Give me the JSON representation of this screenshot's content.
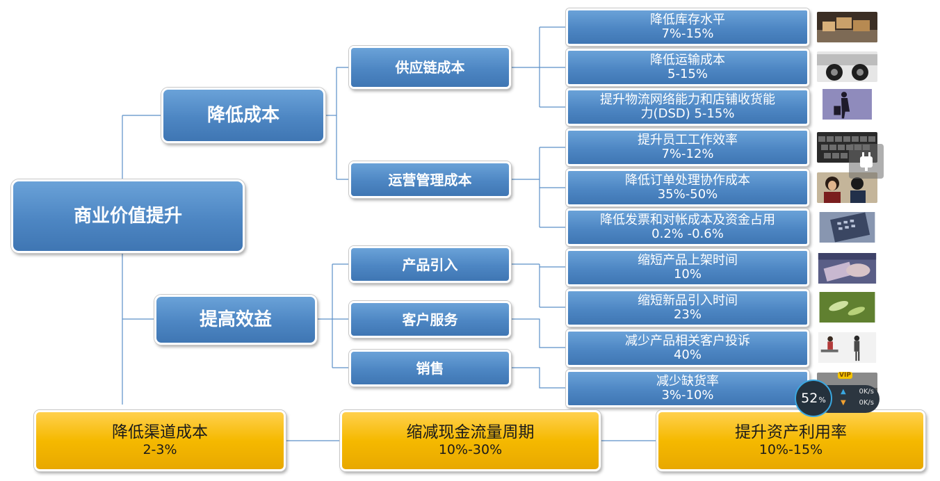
{
  "diagram": {
    "root": {
      "label": "商业价值提升"
    },
    "reduce_cost": {
      "label": "降低成本"
    },
    "improve_benefit": {
      "label": "提高效益"
    },
    "supply_chain_cost": {
      "label": "供应链成本"
    },
    "ops_mgmt_cost": {
      "label": "运营管理成本"
    },
    "product_intro": {
      "label": "产品引入"
    },
    "customer_service": {
      "label": "客户服务"
    },
    "sales": {
      "label": "销售"
    },
    "leaves": [
      {
        "label": "降低库存水平",
        "value": "7%-15%"
      },
      {
        "label": "降低运输成本",
        "value": "5-15%"
      },
      {
        "label": "提升物流网络能力和店铺收货能",
        "value": "力(DSD) 5-15%"
      },
      {
        "label": "提升员工工作效率",
        "value": "7%-12%"
      },
      {
        "label": "降低订单处理协作成本",
        "value": "35%-50%"
      },
      {
        "label": "降低发票和对帐成本及资金占用",
        "value": "0.2% -0.6%"
      },
      {
        "label": "缩短产品上架时间",
        "value": "10%"
      },
      {
        "label": "缩短新品引入时间",
        "value": "23%"
      },
      {
        "label": "减少产品相关客户投诉",
        "value": "40%"
      },
      {
        "label": "减少缺货率",
        "value": "3%-10%"
      }
    ],
    "bottom": [
      {
        "label": "降低渠道成本",
        "value": "2-3%"
      },
      {
        "label": "缩减现金流量周期",
        "value": "10%-30%"
      },
      {
        "label": "提升资产利用率",
        "value": "10%-15%"
      }
    ],
    "thumbnails": [
      "boxes-photo",
      "truck-wheels-photo",
      "delivery-person-photo",
      "keyboard-photo",
      "office-people-photo",
      "calculator-photo",
      "products-photo",
      "pills-photo",
      "handshake-photo",
      "vip-photo"
    ]
  },
  "overlay": {
    "speed_percent": "52",
    "percent_sign": "%",
    "upload_rate": "0K/s",
    "download_rate": "0K/s",
    "vip_label": "VIP",
    "side_button_icon": "plug-icon"
  },
  "colors": {
    "box_blue": "#4d86c3",
    "gold": "#f5b900",
    "connector": "#5b8fc7"
  }
}
